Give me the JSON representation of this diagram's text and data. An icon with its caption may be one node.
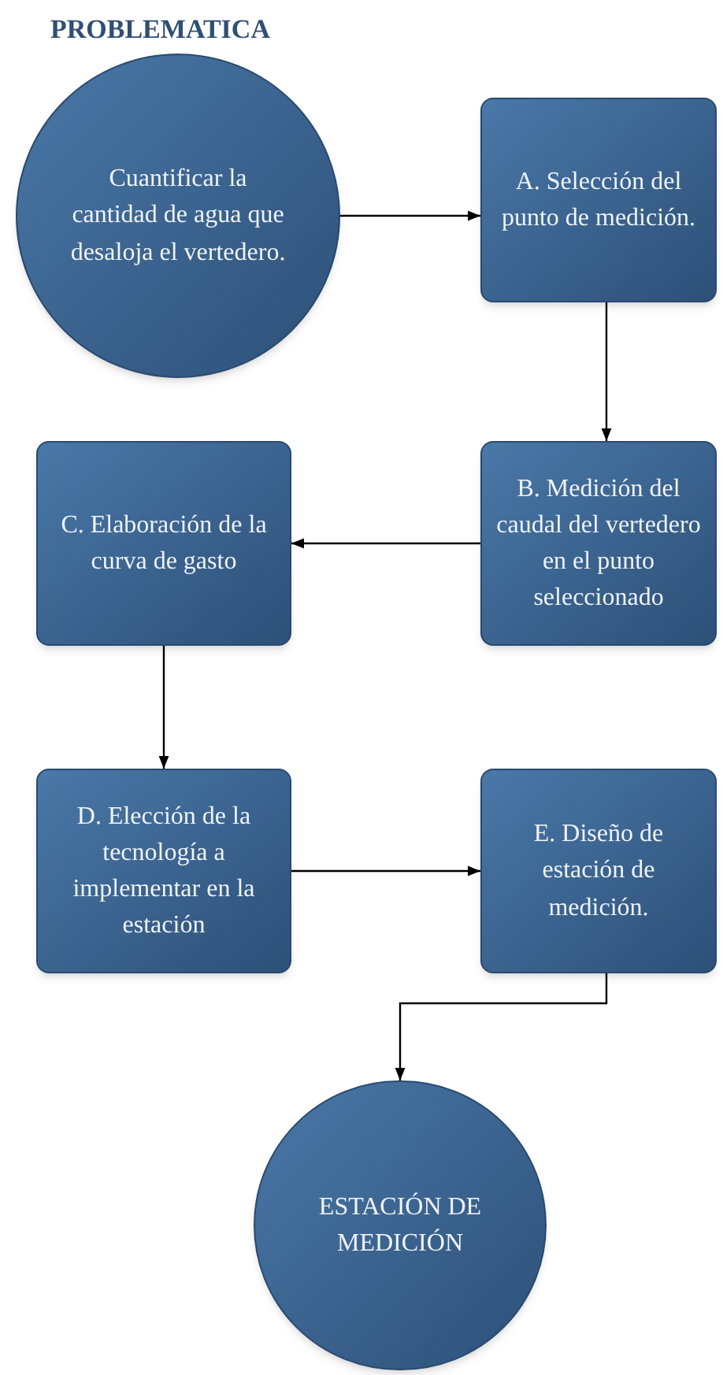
{
  "diagram": {
    "title": "PROBLEMATICA",
    "nodes": [
      {
        "text": [
          "Cuantificar la cantidad de agua que desaloja el vertedero."
        ]
      },
      {
        "text": [
          "A. Selección del punto de medición."
        ]
      },
      {
        "text": [
          "B. Medición del caudal del vertedero en el punto seleccionado"
        ]
      },
      {
        "text": [
          "C. Elaboración de la curva de gasto"
        ]
      },
      {
        "text": [
          "D. Elección de la tecnología a implementar en la estación"
        ]
      },
      {
        "text": [
          "E. Diseño de estación de medición."
        ]
      },
      {
        "text": [
          "ESTACIÓN DE MEDICIÓN"
        ]
      }
    ],
    "edges": [
      {
        "from": 0,
        "to": 1,
        "arrow": "to"
      },
      {
        "from": 1,
        "to": 2,
        "arrow": "to"
      },
      {
        "from": 2,
        "to": 3,
        "arrow": "to"
      },
      {
        "from": 3,
        "to": 4,
        "arrow": "to"
      },
      {
        "from": 4,
        "to": 5,
        "arrow": "to"
      },
      {
        "from": 5,
        "to": 6,
        "arrow": "to"
      }
    ]
  }
}
